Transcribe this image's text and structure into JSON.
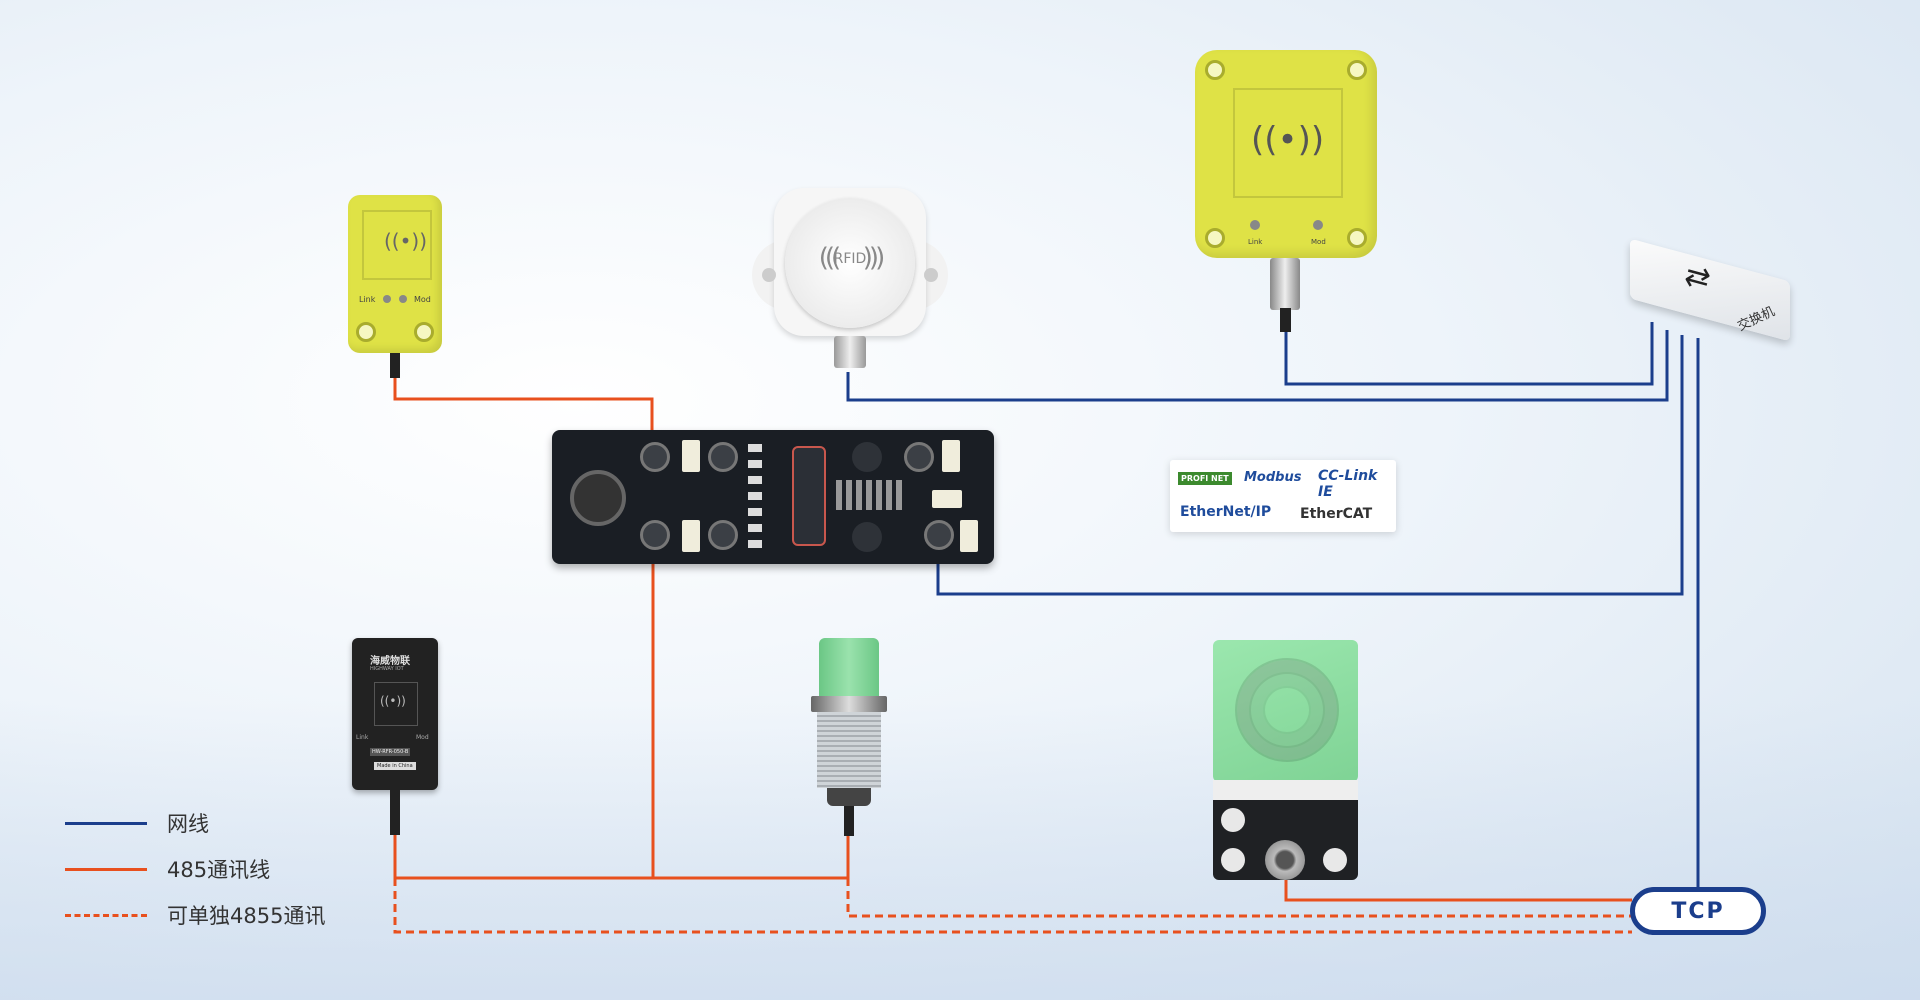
{
  "legend": {
    "network": "网线",
    "rs485": "485通讯线",
    "rs485_single": "可单独4855通讯"
  },
  "colors": {
    "network": "#1b3e8c",
    "rs485": "#e8501e",
    "yellow": "#dfe246",
    "green": "#8fe0a4"
  },
  "devices": {
    "rfid_round_label": "RFID",
    "switch_label": "交换机",
    "reader_brand": "海威物联",
    "reader_brand_en": "HIGHWAY IOT",
    "reader_model": "HW-RFR-050-B",
    "reader_origin": "Made in China",
    "led_link": "Link",
    "led_mod": "Mod"
  },
  "protocols": {
    "profinet": "PROFI NET",
    "modbus": "Modbus",
    "cclink": "CC-Link IE",
    "ethernetip": "EtherNet/IP",
    "ethercat": "EtherCAT"
  },
  "tcp": "TCP"
}
